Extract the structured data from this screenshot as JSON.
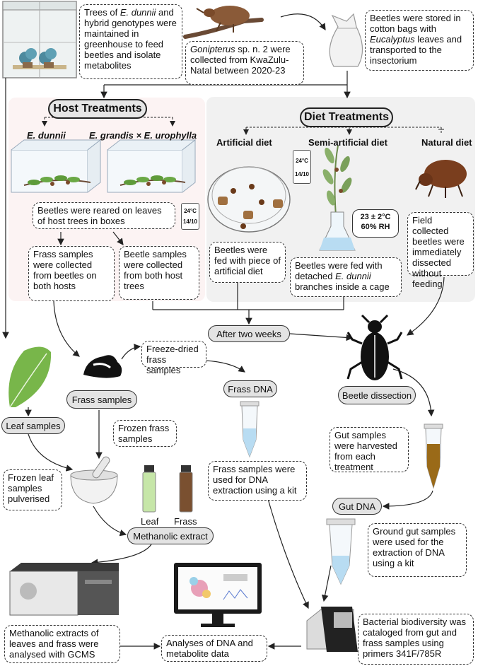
{
  "colors": {
    "host_bg": "#fcf3f3",
    "diet_bg": "#f1f1f1",
    "pill_bg": "#e3e3e3",
    "leaf_green": "#5e9b3a",
    "frass_brown": "#6e4a2a",
    "beetle_brown": "#7a4a2a"
  },
  "top": {
    "greenhouse_text": [
      "Trees of ",
      "E. dunnii",
      " and hybrid genotypes were maintained in greenhouse to feed beetles and isolate metabolites"
    ],
    "collection_text": [
      "Gonipterus",
      " sp. n. 2 were collected from KwaZulu-Natal between 2020-23"
    ],
    "storage_text": [
      "Beetles were stored in cotton bags with ",
      "Eucalyptus",
      " leaves and transported to the insectorium"
    ]
  },
  "host": {
    "title": "Host Treatments",
    "dunnii_label": "E. dunnii",
    "hybrid_label": "E. grandis × E. urophylla",
    "reared_text": "Beetles were reared on leaves of host trees in boxes",
    "frass_text": "Frass samples were collected from beetles on both hosts",
    "beetle_text": "Beetle samples were collected from both host trees",
    "temp": "24°C",
    "photoperiod": "14/10"
  },
  "diet": {
    "title": "Diet Treatments",
    "artificial_label": "Artificial diet",
    "semi_label": "Semi-artificial diet",
    "natural_label": "Natural diet",
    "artificial_text": "Beetles were fed with piece of artificial diet",
    "semi_text": [
      "Beetles were fed with detached ",
      "E. dunnii",
      " branches inside a cage"
    ],
    "natural_text": "Field collected beetles were immediately dissected without feeding",
    "temp": "24°C",
    "photoperiod": "14/10",
    "condition_line1": "23 ± 2°C",
    "condition_line2": "60% RH"
  },
  "flow": {
    "after_two_weeks": "After two weeks",
    "freeze_dried": "Freeze-dried frass samples",
    "frass_dna": "Frass DNA",
    "frass_samples": "Frass samples",
    "beetle_dissection": "Beetle dissection",
    "leaf_samples": "Leaf samples",
    "frozen_frass": "Frozen frass samples",
    "frozen_leaf": "Frozen leaf samples pulverised",
    "frass_dna_text": "Frass samples were used for DNA extraction using a kit",
    "gut_samples_text": "Gut samples were harvested from each treatment",
    "gut_dna": "Gut DNA",
    "ground_gut_text": "Ground gut samples were used for the extraction of DNA using a kit",
    "vial_leaf": "Leaf",
    "vial_frass": "Frass",
    "methanolic": "Methanolic extract",
    "gcms_text": "Methanolic extracts of leaves and frass were analysed with GCMS",
    "analyses_text": "Analyses of DNA and metabolite data",
    "bacterial_text": "Bacterial biodiversity was cataloged from gut and frass samples using primers 341F/785R"
  }
}
